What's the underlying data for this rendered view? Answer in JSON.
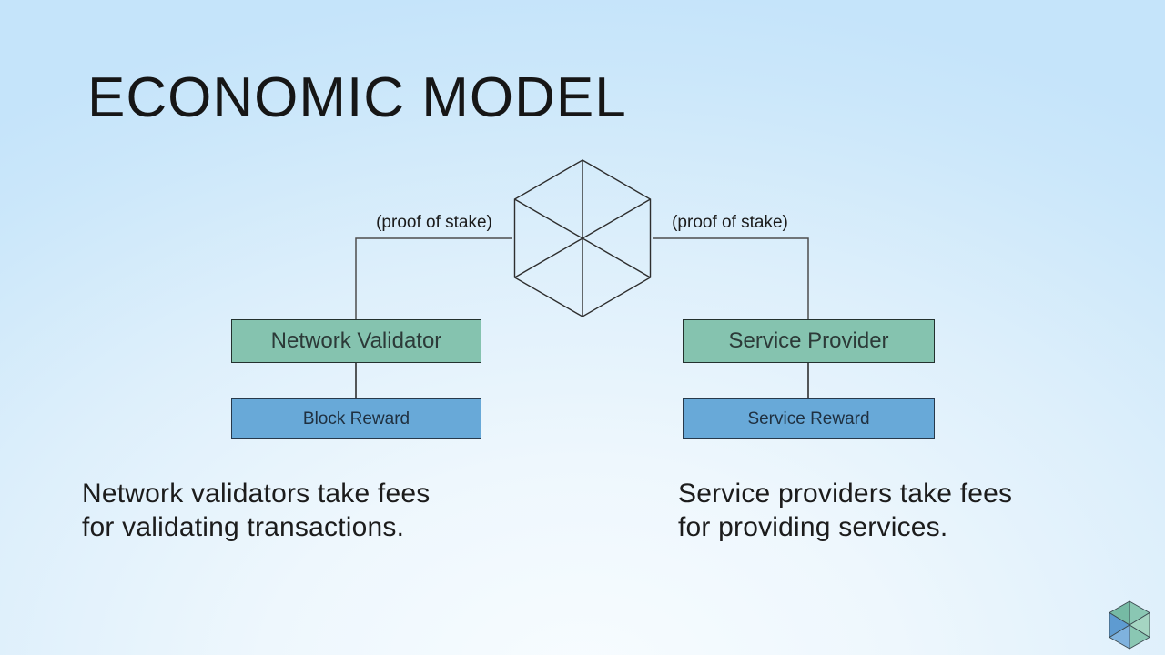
{
  "slide": {
    "title": "ECONOMIC MODEL"
  },
  "diagram": {
    "hexagon_icon": "wireframe-hexagon",
    "left_branch": {
      "pos_label": "(proof of stake)",
      "provider_label": "Network Validator",
      "reward_label": "Block Reward"
    },
    "right_branch": {
      "pos_label": "(proof of stake)",
      "provider_label": "Service Provider",
      "reward_label": "Service Reward"
    }
  },
  "captions": {
    "left": {
      "line1": "Network validators take fees",
      "line2": "for validating transactions."
    },
    "right": {
      "line1": "Service providers take fees",
      "line2": "for providing services."
    }
  },
  "logo": {
    "icon": "hexagon-logo"
  },
  "colors": {
    "provider_fill": "#85c3af",
    "provider_border": "#23312e",
    "reward_fill": "#68a9d8",
    "reward_border": "#27394b",
    "hex_stroke": "#2e2e2e",
    "connector_stroke": "#4d4d4d",
    "background_edge": "#c5e4fa",
    "background_center": "#f7fcff",
    "logo_green_dark": "#76baa4",
    "logo_green_mid": "#8ac7b3",
    "logo_green_light": "#a5d5c2",
    "logo_blue_dark": "#5e9bd1",
    "logo_blue_light": "#7fb2de"
  }
}
